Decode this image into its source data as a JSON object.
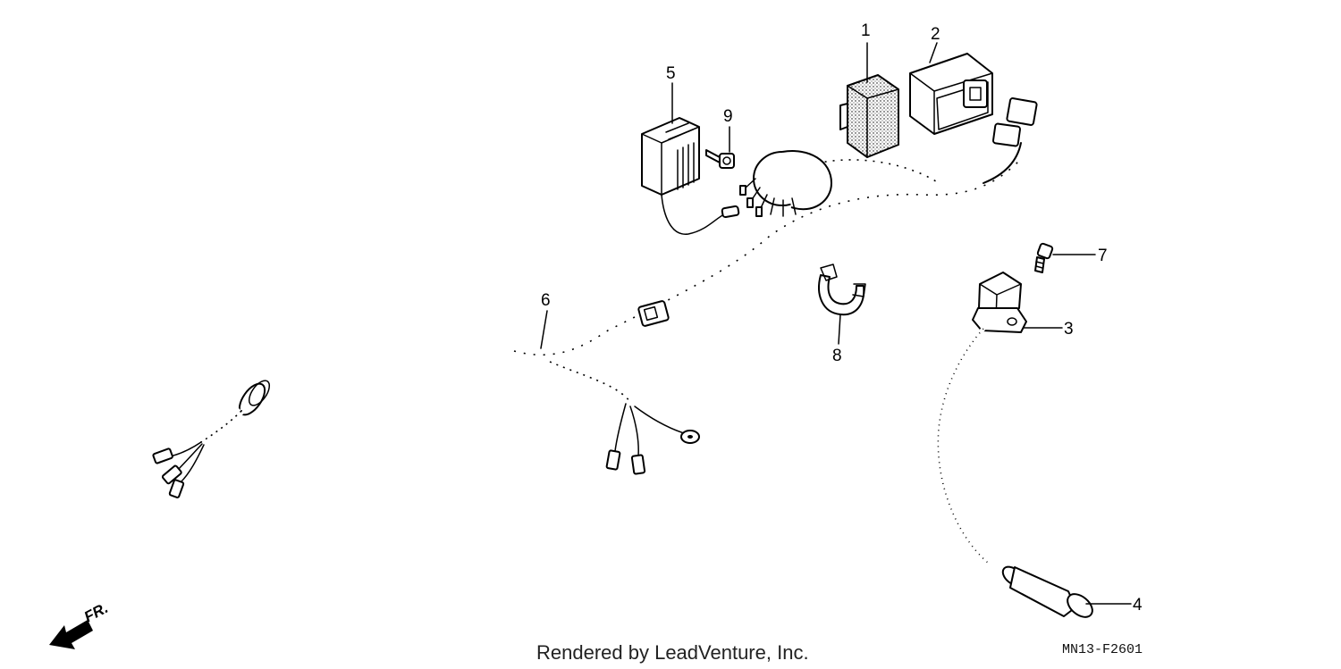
{
  "callouts": [
    {
      "id": "1",
      "label": "1"
    },
    {
      "id": "2",
      "label": "2"
    },
    {
      "id": "3",
      "label": "3"
    },
    {
      "id": "4",
      "label": "4"
    },
    {
      "id": "5",
      "label": "5"
    },
    {
      "id": "6",
      "label": "6"
    },
    {
      "id": "7",
      "label": "7"
    },
    {
      "id": "8",
      "label": "8"
    },
    {
      "id": "9",
      "label": "9"
    }
  ],
  "direction": {
    "label": "FR."
  },
  "footer": {
    "credit": "Rendered by LeadVenture, Inc.",
    "code": "MN13-F2601"
  }
}
